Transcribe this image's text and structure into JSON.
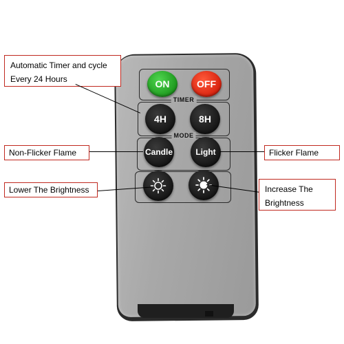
{
  "remote": {
    "buttons": {
      "on": "ON",
      "off": "OFF",
      "timer_label": "TIMER",
      "timer_4h": "4H",
      "timer_8h": "8H",
      "mode_label": "MODE",
      "candle": "Candle",
      "light": "Light"
    },
    "icons": {
      "brightness_down": "sun-outline-icon",
      "brightness_up": "sun-filled-icon"
    },
    "colors": {
      "on_button": "#1f9a1f",
      "off_button": "#d8230f",
      "callout_border": "#c0281e"
    }
  },
  "callouts": {
    "timer_line1": "Automatic Timer and cycle",
    "timer_line2": "Every 24 Hours",
    "non_flicker": "Non-Flicker Flame",
    "flicker": "Flicker Flame",
    "lower_brightness": "Lower The Brightness",
    "increase_line1": "Increase The",
    "increase_line2": "Brightness"
  }
}
